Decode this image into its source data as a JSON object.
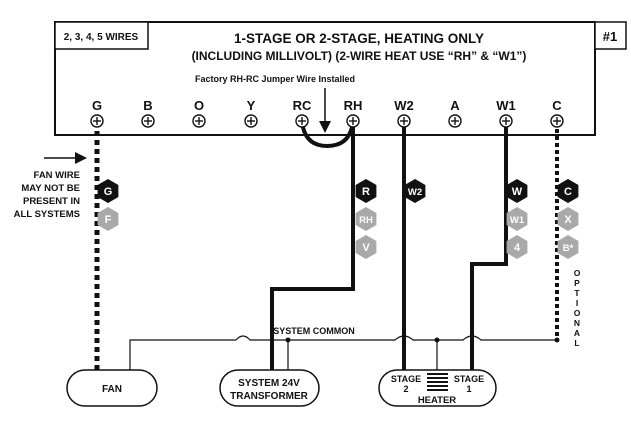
{
  "header": {
    "wire_count_label": "2, 3, 4, 5 WIRES",
    "title_line1": "1-STAGE OR 2-STAGE, HEATING ONLY",
    "title_line2": "(INCLUDING MILLIVOLT)   (2-WIRE HEAT USE “RH” & “W1”)",
    "diagram_number": "#1"
  },
  "jumper_note": "Factory RH-RC Jumper Wire Installed",
  "terminals": [
    "G",
    "B",
    "O",
    "Y",
    "RC",
    "RH",
    "W2",
    "A",
    "W1",
    "C"
  ],
  "wire_tags": {
    "g": [
      "G",
      "F"
    ],
    "rh": [
      "R",
      "RH",
      "V"
    ],
    "w2": [
      "W2"
    ],
    "w1": [
      "W",
      "W1",
      "4"
    ],
    "c": [
      "C",
      "X",
      "B*"
    ]
  },
  "fan_note": [
    "FAN WIRE",
    "MAY NOT BE",
    "PRESENT IN",
    "ALL SYSTEMS"
  ],
  "optional_label": "OPTIONAL",
  "system_common_label": "SYSTEM COMMON",
  "devices": {
    "fan": "FAN",
    "transformer_line1": "SYSTEM 24V",
    "transformer_line2": "TRANSFORMER",
    "stage2_line1": "STAGE",
    "stage2_line2": "2",
    "stage1_line1": "STAGE",
    "stage1_line2": "1",
    "heater": "HEATER"
  },
  "colors": {
    "line": "#111111",
    "tag_primary": "#111111",
    "tag_secondary": "#a9a9a9"
  }
}
